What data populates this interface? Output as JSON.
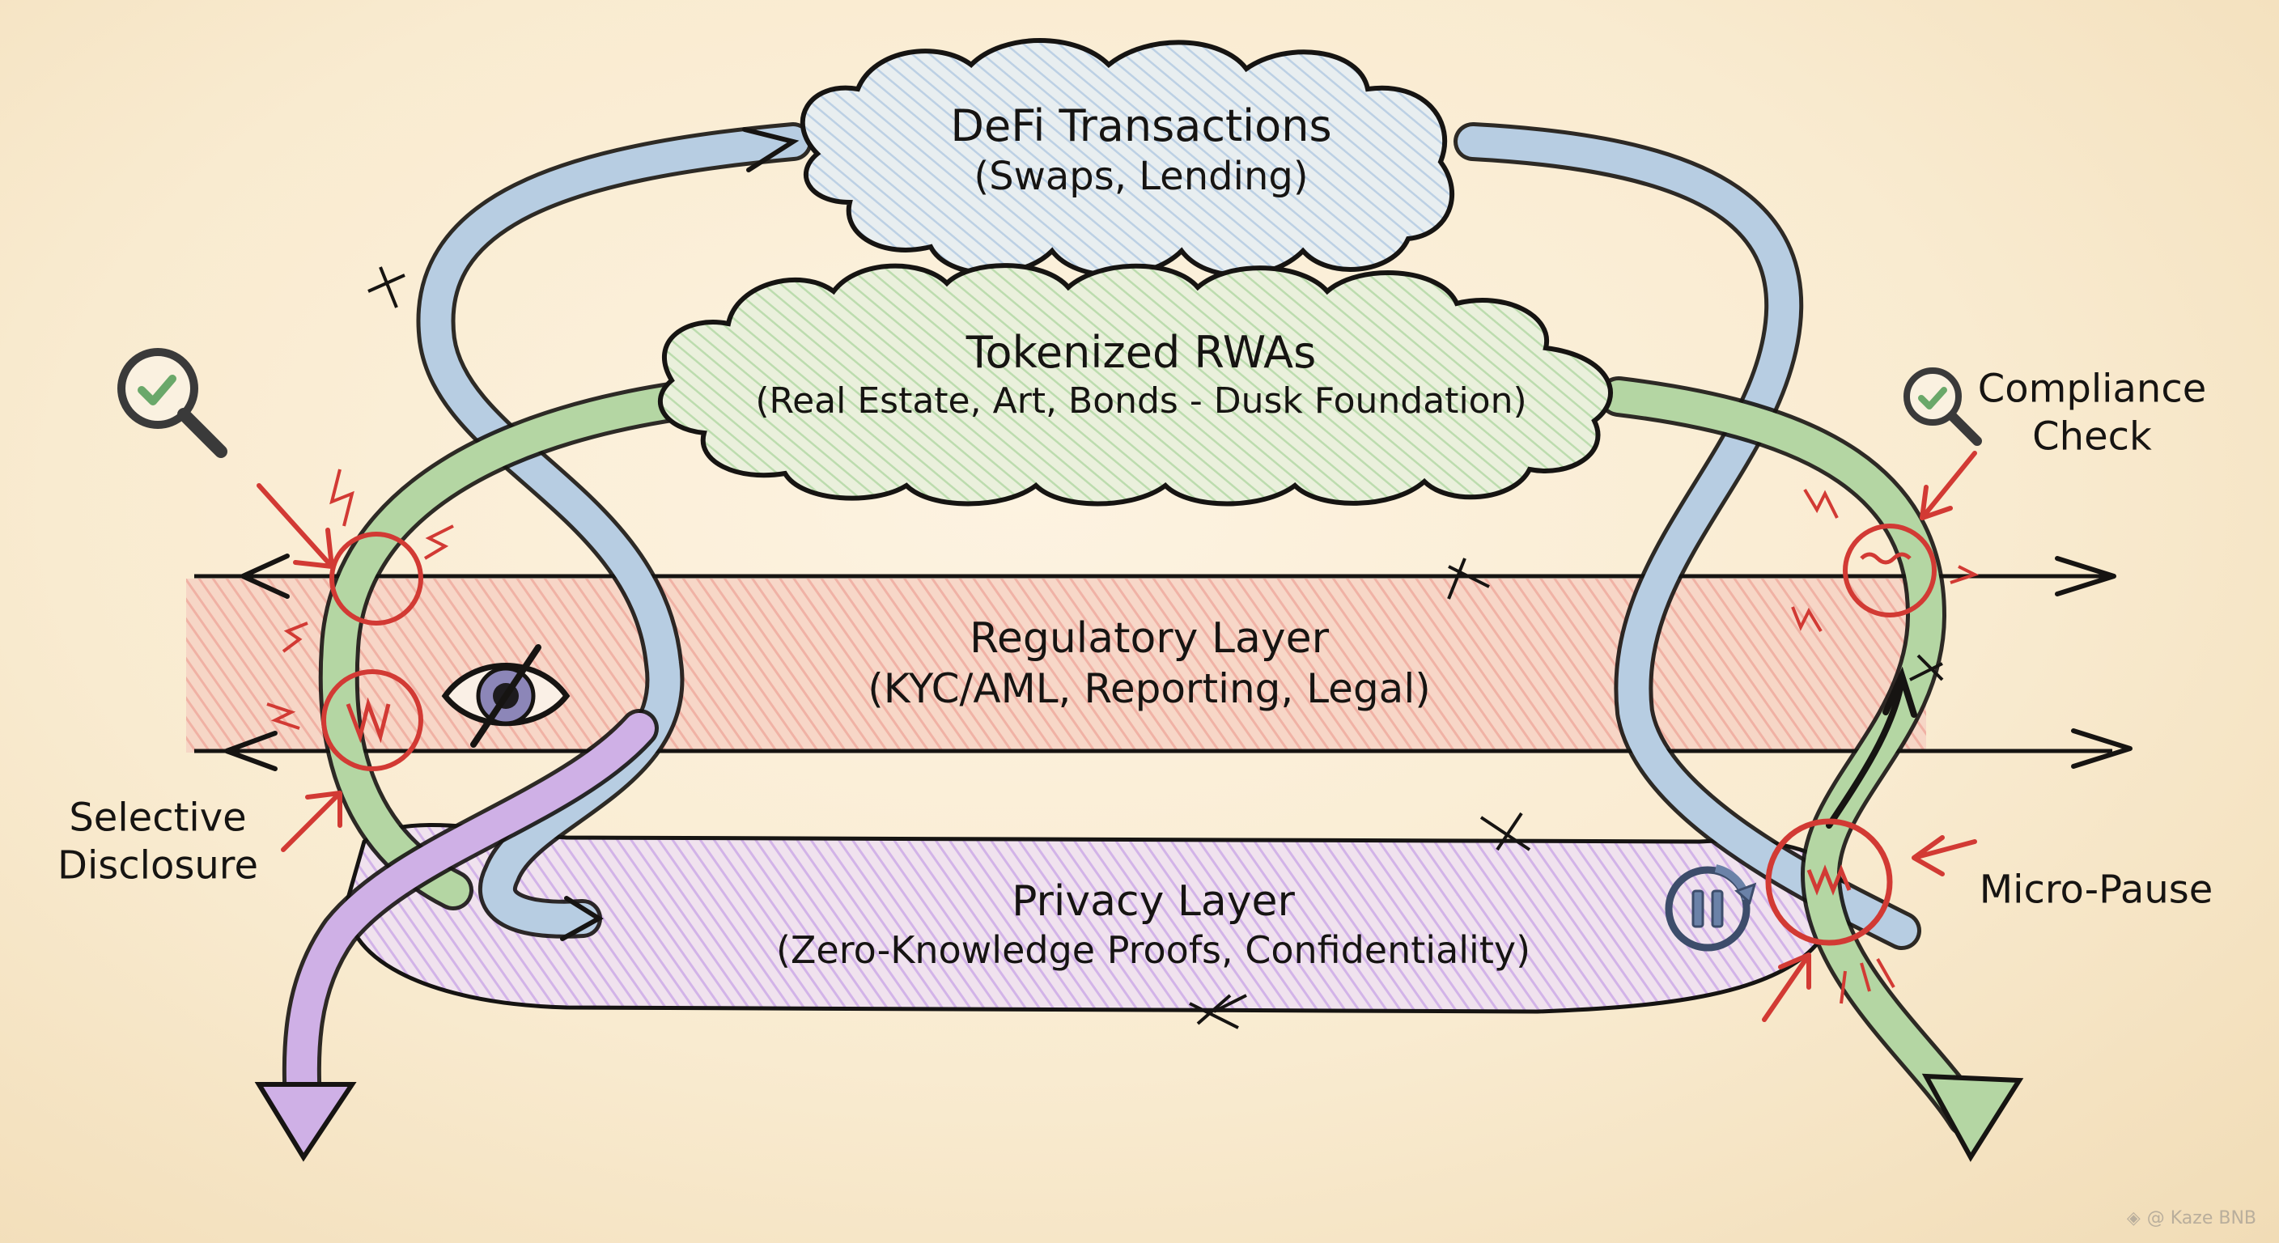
{
  "title": "DeFi / RWA Privacy & Regulatory Flow Diagram",
  "colors": {
    "background": "#f9ebd0",
    "ink": "#161412",
    "defi_blue": "#a9c2dc",
    "rwa_green": "#a9cf9a",
    "regulatory_red": "#f0aaa0",
    "privacy_purple": "#cfaee6",
    "alert_red": "#d23a34",
    "pause_icon": "#6b82a8"
  },
  "nodes": {
    "defi": {
      "title": "DeFi Transactions",
      "subtitle": "(Swaps, Lending)"
    },
    "rwa": {
      "title": "Tokenized RWAs",
      "subtitle": "(Real Estate, Art, Bonds - Dusk Foundation)"
    },
    "regulatory": {
      "title": "Regulatory Layer",
      "subtitle": "(KYC/AML, Reporting, Legal)"
    },
    "privacy": {
      "title": "Privacy Layer",
      "subtitle": "(Zero-Knowledge Proofs, Confidentiality)"
    }
  },
  "annotations": {
    "compliance": {
      "line1": "Compliance",
      "line2": "Check",
      "icon": "magnifier-check-icon"
    },
    "selective": {
      "line1": "Selective",
      "line2": "Disclosure",
      "icon": "eye-slash-icon"
    },
    "micropause": {
      "line1": "Micro-Pause",
      "icon": "pause-timer-icon"
    }
  },
  "watermark": {
    "text": "@ Kaze BNB",
    "icon": "binance-diamond-icon"
  }
}
